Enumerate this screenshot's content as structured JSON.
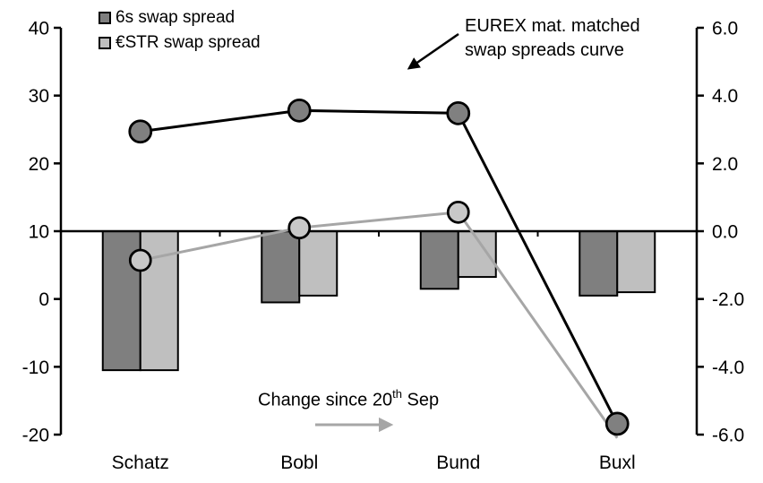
{
  "colors": {
    "dark_gray": "#7f7f7f",
    "light_gray": "#bfbfbf",
    "dark_marker_fill": "#808080",
    "light_marker_fill": "#c8c8c8",
    "gray_line": "#a6a6a6",
    "black": "#000000",
    "background": "#ffffff"
  },
  "legend": {
    "items": [
      {
        "label": "6s swap spread",
        "color": "#7f7f7f"
      },
      {
        "label": "€STR swap spread",
        "color": "#bfbfbf"
      }
    ]
  },
  "annotations": {
    "curve_label_line1": "EUREX mat. matched",
    "curve_label_line2": "swap spreads curve",
    "change_prefix": "Change since 20",
    "change_sup": "th",
    "change_suffix": " Sep"
  },
  "chart_data": {
    "type": "combo",
    "categories": [
      "Schatz",
      "Bobl",
      "Bund",
      "Buxl"
    ],
    "left_axis": {
      "min": -20,
      "max": 40,
      "ticks": [
        40,
        30,
        20,
        10,
        0,
        -10,
        -20
      ]
    },
    "right_axis": {
      "min": -6,
      "max": 6,
      "ticks": [
        "6.0",
        "4.0",
        "2.0",
        "0.0",
        "-2.0",
        "-4.0",
        "-6.0"
      ]
    },
    "baseline_left_value": 10,
    "grid": false,
    "legend_position": "top-left",
    "series": [
      {
        "id": "bar-6s",
        "label": "6s swap spread",
        "type": "bar",
        "axis": "right",
        "color": "#7f7f7f",
        "values": [
          -4.1,
          -2.1,
          -1.7,
          -1.9
        ],
        "note": "change since 20th Sep, right axis"
      },
      {
        "id": "bar-estr",
        "label": "€STR swap spread",
        "type": "bar",
        "axis": "right",
        "color": "#bfbfbf",
        "values": [
          -4.1,
          -1.9,
          -1.35,
          -1.8
        ],
        "note": "change since 20th Sep, right axis"
      },
      {
        "id": "line-estr",
        "label": "EUREX mat. matched swap spreads curve",
        "type": "line",
        "axis": "left",
        "color": "#a6a6a6",
        "marker_fill": "#c8c8c8",
        "values": [
          5.7,
          10.5,
          12.8,
          -20.5
        ],
        "markers": [
          true,
          true,
          true,
          false
        ]
      },
      {
        "id": "line-6s",
        "label": "EUREX mat. matched swap spreads curve",
        "type": "line",
        "axis": "left",
        "color": "#000000",
        "marker_fill": "#808080",
        "values": [
          24.7,
          27.8,
          27.4,
          -18.4
        ],
        "markers": [
          true,
          true,
          true,
          true
        ]
      }
    ]
  }
}
